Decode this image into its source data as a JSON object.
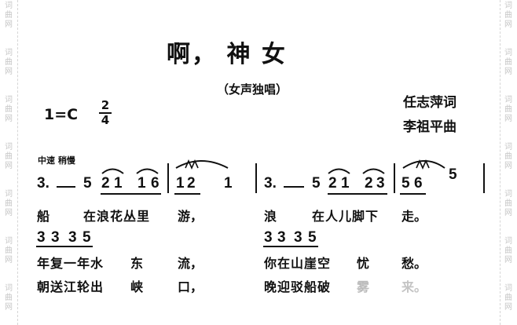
{
  "watermark": {
    "left": [
      "词",
      "曲",
      "网"
    ],
    "right": [
      "词",
      "曲",
      "网"
    ]
  },
  "song": {
    "title": "啊，  神    女",
    "subtitle": "（女声独唱）",
    "lyricist": "任志萍词",
    "composer": "李祖平曲",
    "key": "1=C",
    "time_signature": {
      "top": "2",
      "bottom": "4"
    },
    "tempo": "中速  稍慢"
  },
  "score": {
    "line1": {
      "m1": [
        "3.",
        "5",
        "2",
        "1",
        "1",
        "6"
      ],
      "m2": [
        "1",
        "2",
        "1"
      ],
      "m3": [
        "3.",
        "5",
        "2",
        "1",
        "2",
        "3"
      ],
      "m4": [
        "5",
        "6",
        "5"
      ]
    },
    "line2": {
      "m1": [
        "3",
        "3",
        "3",
        "5"
      ],
      "m3": [
        "3",
        "3",
        "3",
        "5"
      ]
    }
  },
  "lyrics": {
    "verse1": [
      "船",
      "在浪花丛里",
      "游，",
      "浪",
      "在人儿脚下",
      "走。"
    ],
    "verse2": [
      "年复一年水",
      "东",
      "流，",
      "你在山崖空",
      "忧",
      "愁。"
    ],
    "verse3": [
      "朝送江轮出",
      "峡",
      "口，",
      "晚迎驳船破",
      "雾",
      "来。"
    ]
  }
}
